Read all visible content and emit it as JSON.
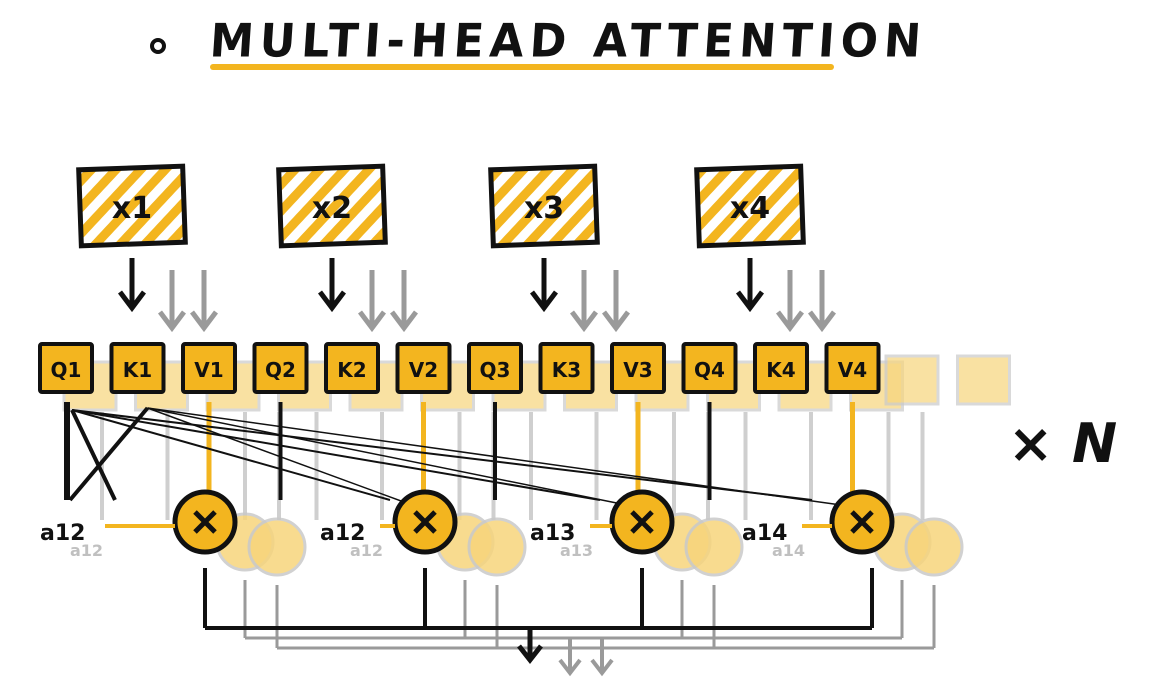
{
  "header": {
    "title": "MULTI-HEAD ATTENTION",
    "watermark": ""
  },
  "inputs": [
    {
      "label": "x1"
    },
    {
      "label": "x2"
    },
    {
      "label": "x3"
    },
    {
      "label": "x4"
    }
  ],
  "qkv_boxes": [
    "Q1",
    "K1",
    "V1",
    "Q2",
    "K2",
    "V2",
    "Q3",
    "K3",
    "V3",
    "Q4",
    "K4",
    "V4"
  ],
  "scores": [
    {
      "label": "a12"
    },
    {
      "label": "a12"
    },
    {
      "label": "a13"
    },
    {
      "label": "a14"
    }
  ],
  "multiplier": "× N",
  "colors": {
    "accent": "#f3b51f",
    "ink": "#111111",
    "ghost": "#9a9a9a",
    "ghost_accent": "#f7d57c"
  }
}
